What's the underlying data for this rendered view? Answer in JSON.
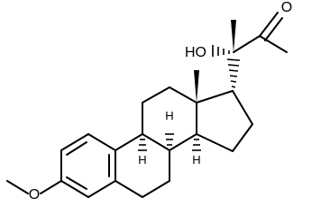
{
  "molecule": {
    "labels": {
      "hydroxyl": "HO",
      "ketone_o": "O",
      "methoxy_o": "O",
      "h_c9": "H",
      "h_c8": "H",
      "h_c14": "H"
    }
  }
}
